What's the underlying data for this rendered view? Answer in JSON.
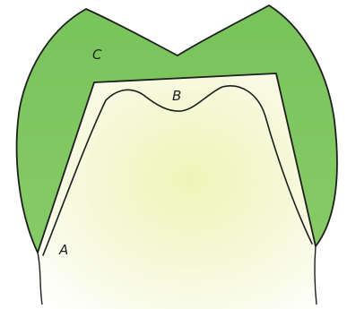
{
  "labels": {
    "a": "A",
    "b": "B",
    "c": "C"
  },
  "colors": {
    "crown_fill": "#7ec65f",
    "crown_fill_dark": "#6ab84c",
    "tooth_fill": "#f3f7d2",
    "tooth_fill_light": "#ffffff",
    "outline": "#1e1e1e"
  }
}
